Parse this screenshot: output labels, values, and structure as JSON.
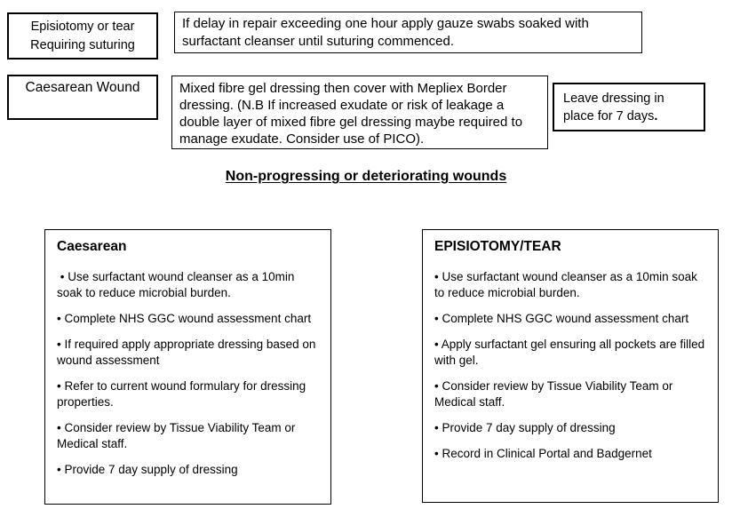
{
  "page": {
    "section_heading": "Non-progressing or deteriorating wounds"
  },
  "top_section": {
    "episiotomy_label": {
      "line1": "Episiotomy or tear",
      "line2": "Requiring suturing"
    },
    "delay_note": "If delay in repair exceeding one hour apply gauze swabs soaked with surfactant cleanser until suturing commenced.",
    "caesarean_label": "Caesarean Wound",
    "dressing_instruction": "Mixed fibre gel dressing then cover with Mepliex Border dressing. (N.B If increased exudate or risk of leakage a double layer of mixed fibre gel dressing maybe required to manage exudate. Consider use of PICO).",
    "leave_note": {
      "text": "Leave dressing in place for 7 days",
      "period": "."
    }
  },
  "panels": {
    "caesarean": {
      "title": "Caesarean",
      "bullets": [
        " • Use surfactant wound cleanser as a 10min soak to reduce microbial burden.",
        "• Complete NHS GGC wound assessment chart",
        "• If required apply appropriate dressing based on wound assessment",
        "• Refer to current wound formulary for dressing properties.",
        "• Consider review by Tissue Viability Team or Medical staff.",
        "• Provide 7 day supply of dressing"
      ]
    },
    "episiotomy": {
      "title": "EPISIOTOMY/TEAR",
      "bullets": [
        "• Use surfactant wound cleanser as a 10min soak to reduce microbial burden.",
        "• Complete NHS GGC wound assessment chart",
        "• Apply surfactant gel ensuring all pockets are filled with gel.",
        "• Consider review by Tissue Viability Team or Medical staff.",
        "• Provide 7 day supply of dressing",
        "• Record in Clinical Portal and Badgernet"
      ]
    }
  },
  "colors": {
    "background": "#ffffff",
    "text": "#000000",
    "border": "#000000"
  }
}
